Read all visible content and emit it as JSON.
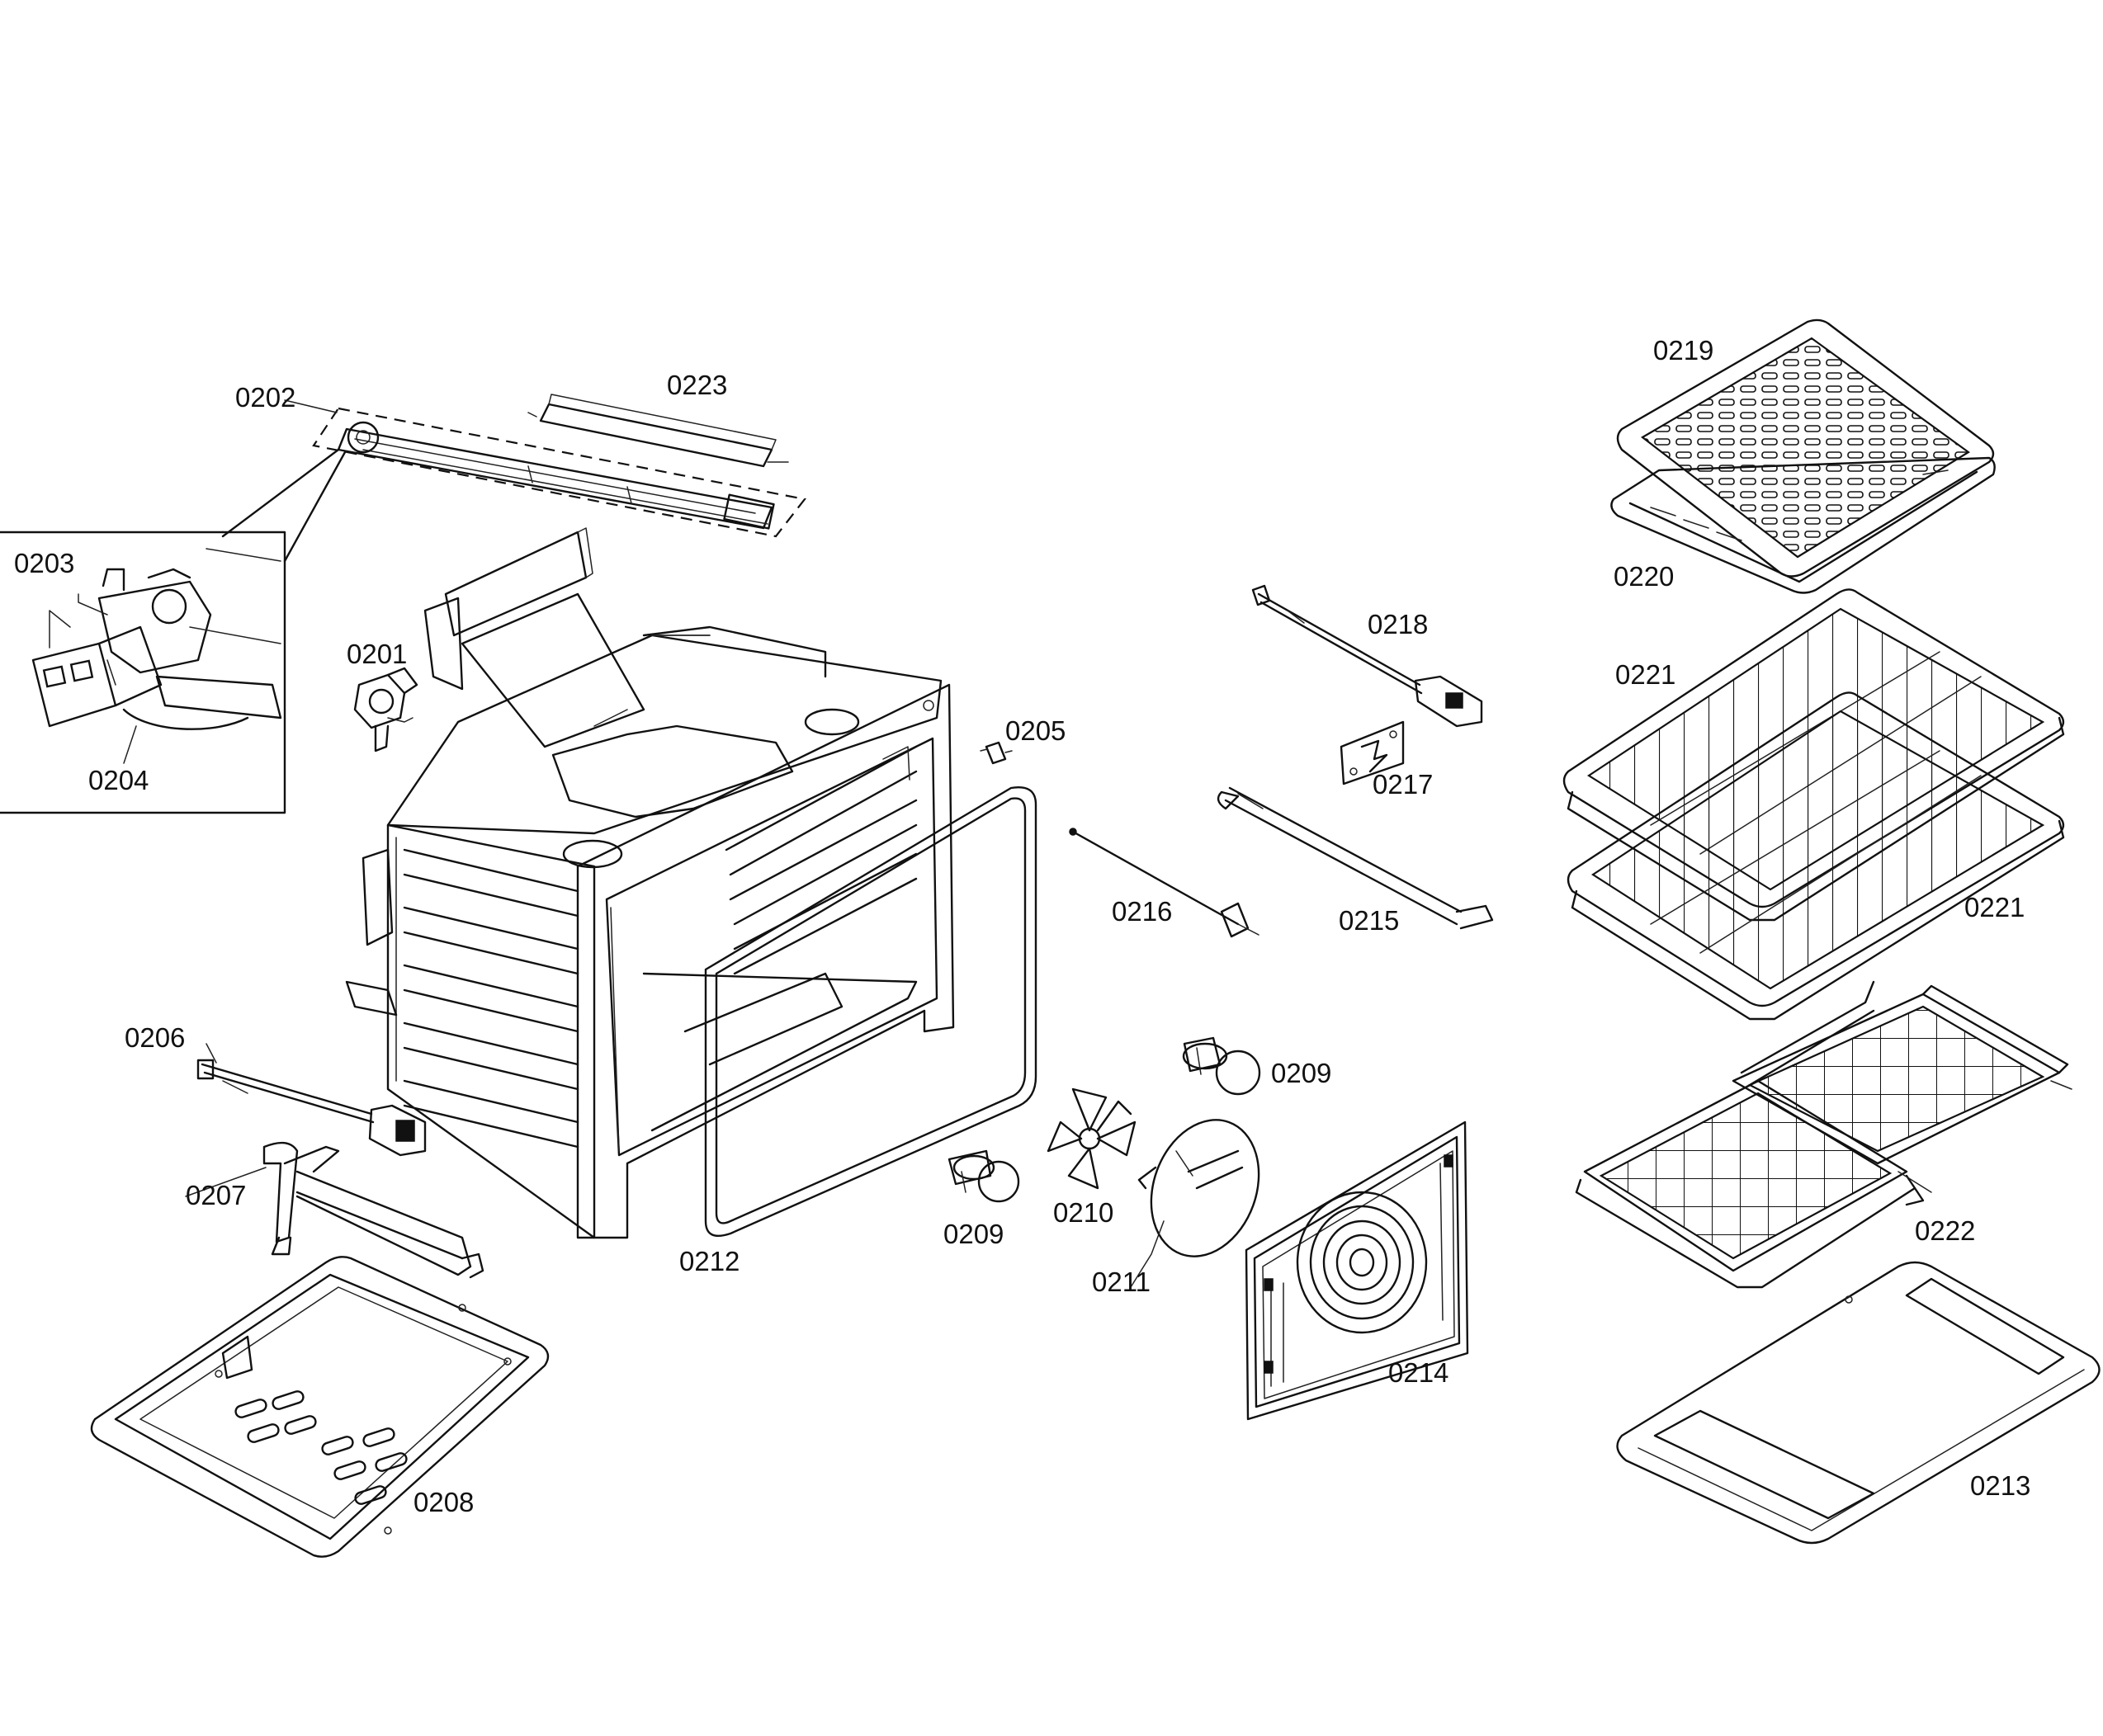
{
  "colors": {
    "ink": "#111111",
    "paper": "#ffffff"
  },
  "labels": {
    "p0201": "0201",
    "p0202": "0202",
    "p0203": "0203",
    "p0204": "0204",
    "p0205": "0205",
    "p0206": "0206",
    "p0207": "0207",
    "p0208": "0208",
    "p0209a": "0209",
    "p0209b": "0209",
    "p0210": "0210",
    "p0211": "0211",
    "p0212": "0212",
    "p0213": "0213",
    "p0214": "0214",
    "p0215": "0215",
    "p0216": "0216",
    "p0217": "0217",
    "p0218": "0218",
    "p0219": "0219",
    "p0220": "0220",
    "p0221a": "0221",
    "p0221b": "0221",
    "p0222": "0222",
    "p0223": "0223"
  }
}
